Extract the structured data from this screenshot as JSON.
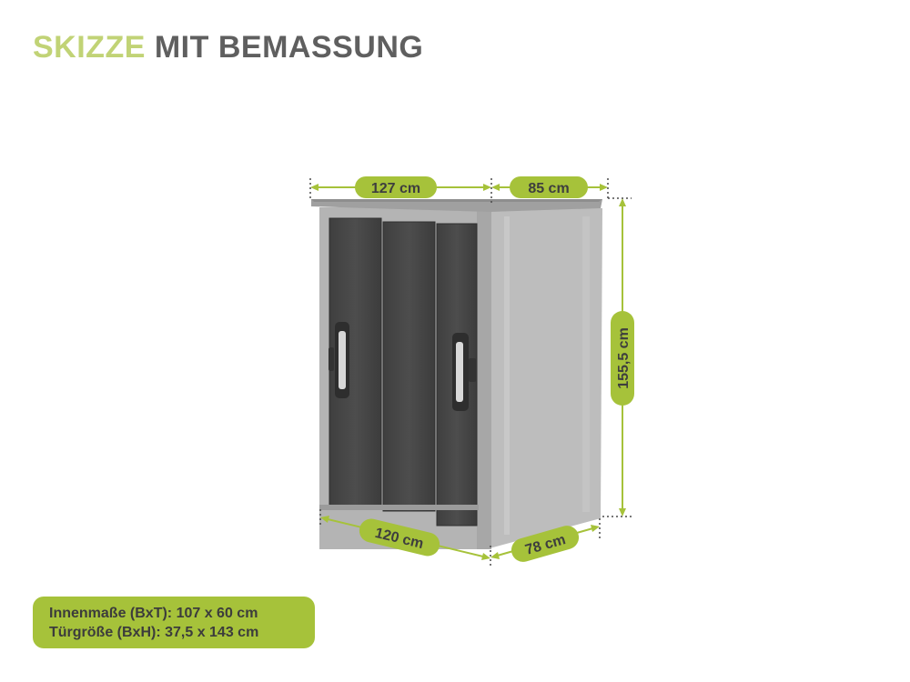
{
  "header": {
    "title_accent": "SKIZZE",
    "title_main": "MIT BEMASSUNG"
  },
  "dimensions": {
    "top_width": "127 cm",
    "top_depth": "85 cm",
    "height": "155,5 cm",
    "bottom_width": "120 cm",
    "bottom_depth": "78 cm"
  },
  "info": {
    "inner": "Innenmaße (BxT): 107 x 60 cm",
    "door": "Türgröße (BxH): 37,5 x 143 cm"
  },
  "colors": {
    "accent_green": "#a6c23a",
    "title_green": "#c1d376",
    "title_gray": "#5f5f5f",
    "door_dark": "#4a4a4a",
    "frame_gray": "#b3b3b3"
  }
}
